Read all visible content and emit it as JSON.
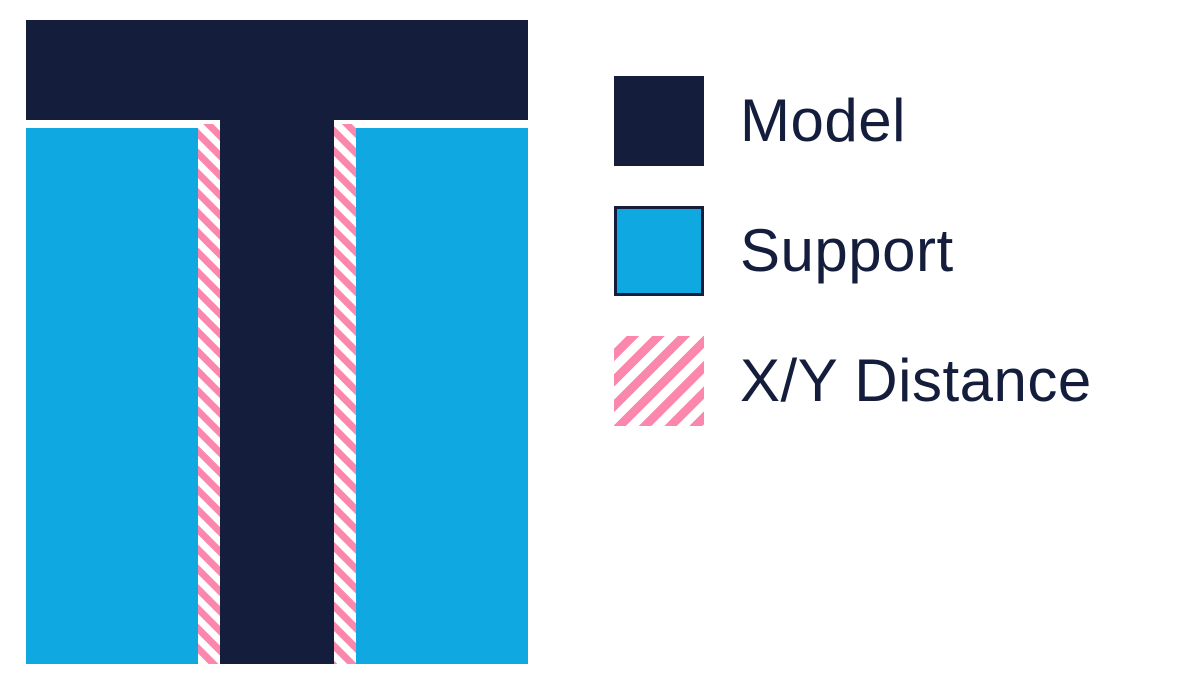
{
  "colors": {
    "model": "#141e3c",
    "support": "#10a8e0",
    "xy_distance": "#fb87ad",
    "background": "#ffffff"
  },
  "legend": {
    "items": [
      {
        "key": "model",
        "label": "Model",
        "icon": "model-swatch"
      },
      {
        "key": "support",
        "label": "Support",
        "icon": "support-swatch"
      },
      {
        "key": "xy_distance",
        "label": "X/Y Distance",
        "icon": "xy-distance-swatch"
      }
    ]
  }
}
